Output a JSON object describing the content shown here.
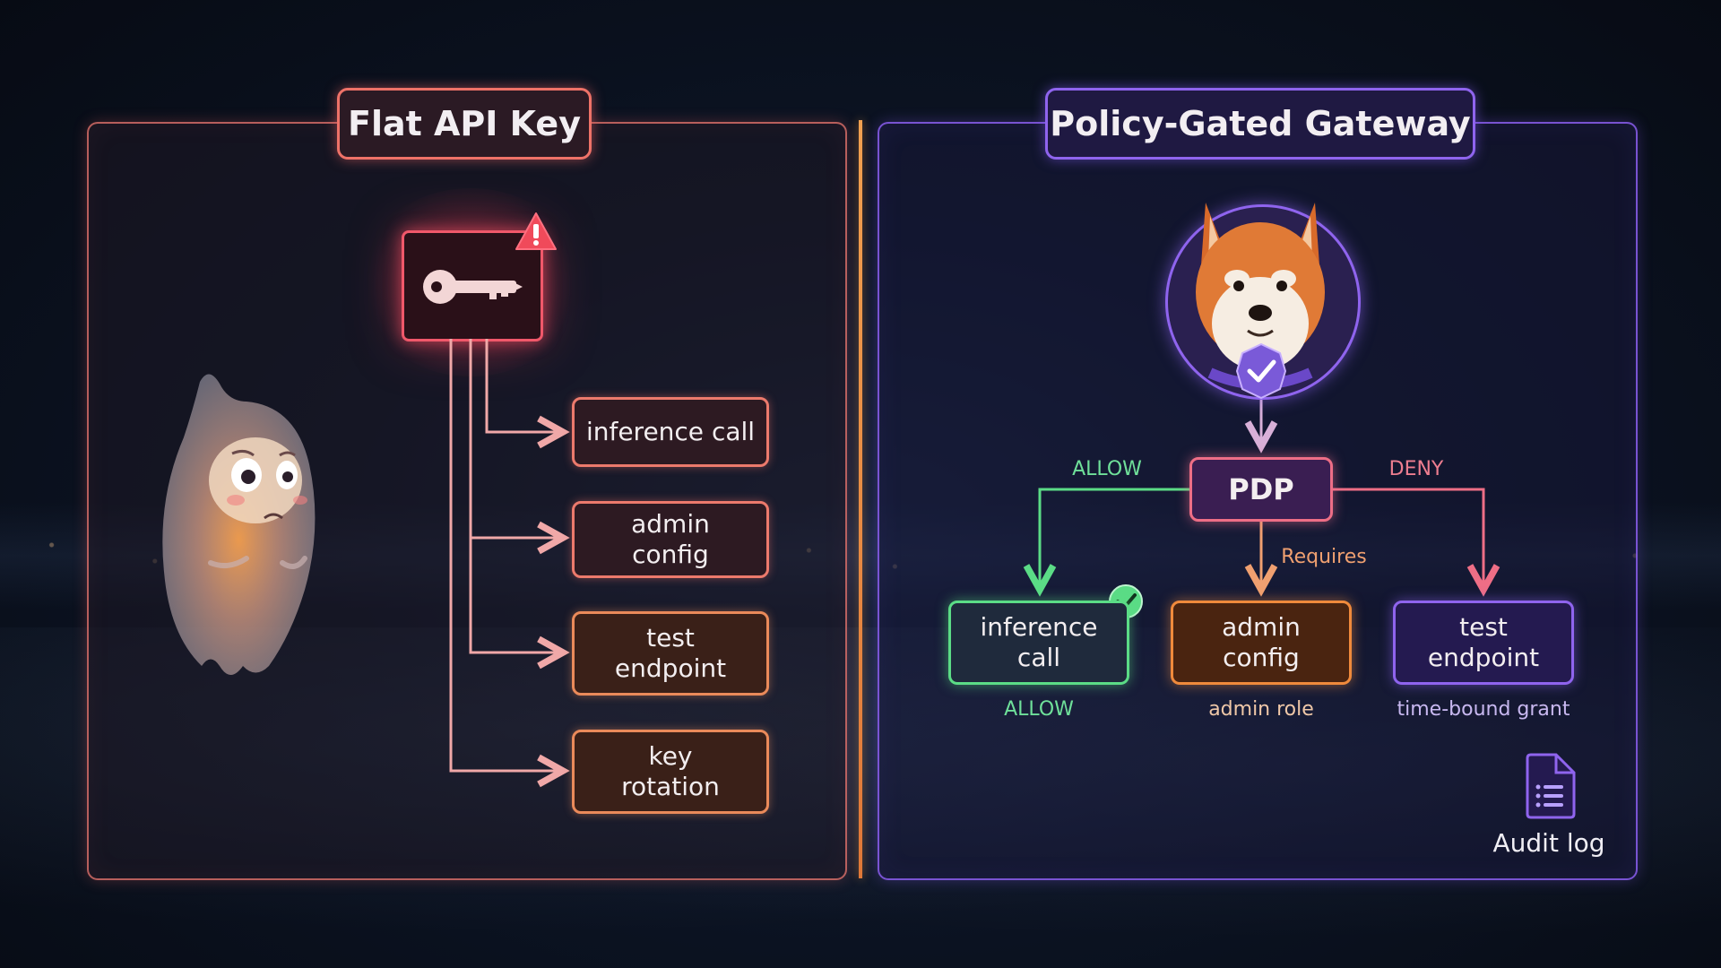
{
  "left": {
    "title": "Flat API Key",
    "targets": [
      {
        "label": "inference call"
      },
      {
        "label": "admin\nconfig"
      },
      {
        "label": "test\nendpoint"
      },
      {
        "label": "key\nrotation"
      }
    ]
  },
  "right": {
    "title": "Policy-Gated Gateway",
    "pdp": "PDP",
    "edges": {
      "allow": "ALLOW",
      "deny": "DENY",
      "requires": "Requires"
    },
    "targets": [
      {
        "label": "inference\ncall",
        "caption": "ALLOW"
      },
      {
        "label": "admin\nconfig",
        "caption": "admin role"
      },
      {
        "label": "test\nendpoint",
        "caption": "time-bound grant"
      }
    ],
    "audit": "Audit log"
  },
  "colors": {
    "left_accent": "#ee7268",
    "right_accent": "#8f64ee",
    "allow_green": "#5bdc86",
    "admin_orange": "#f08a3c",
    "deny_pink": "#ee6e86",
    "divider": "#f0a050"
  },
  "icons": [
    "key-icon",
    "warning-icon",
    "ghost-mascot",
    "shiba-dog-avatar",
    "verified-badge-icon",
    "check-badge-icon",
    "document-icon"
  ]
}
